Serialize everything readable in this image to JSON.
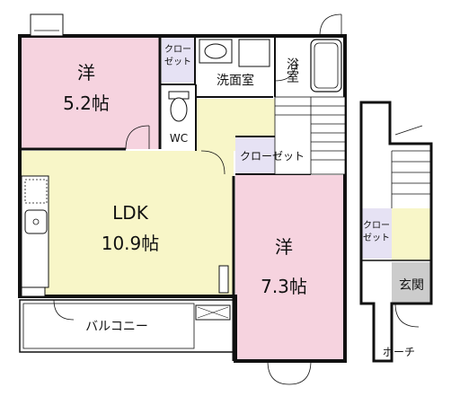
{
  "rooms": {
    "western_north": {
      "name": "洋",
      "size": "5.2帖"
    },
    "ldk": {
      "name": "LDK",
      "size": "10.9帖"
    },
    "western_south": {
      "name": "洋",
      "size": "7.3帖"
    },
    "washroom": "洗面室",
    "bath": "浴室",
    "wc": "WC",
    "balcony": "バルコニー",
    "entrance": "玄関",
    "porch": "ポーチ"
  },
  "closets": {
    "closet_top": [
      "クロー",
      "ゼット"
    ],
    "closet_mid": "クローゼット",
    "closet_stair": [
      "クロー",
      "ゼット"
    ]
  },
  "colors": {
    "western_north": "#f6d3df",
    "ldk": "#f8f6c8",
    "western_south": "#f6d3df",
    "corridor": "#f8f6c8",
    "closet": "#e6e2f4",
    "entrance": "#cccccc",
    "wall": "#111111"
  }
}
